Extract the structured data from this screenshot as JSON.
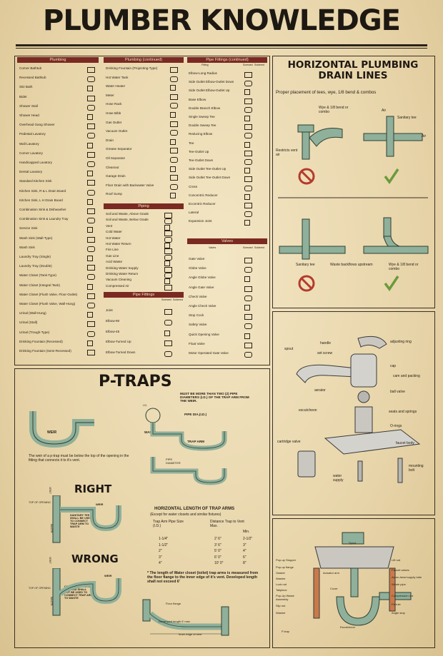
{
  "title": "PLUMBER KNOWLEDGE",
  "symbols": {
    "plumbing_head": "Plumbing",
    "plumbing_items": [
      "Corner Bathtub",
      "Recessed Bathtub",
      "Sitz Bath",
      "Bidet",
      "Shower Stall",
      "Shower Head",
      "Overhead Gang Shower",
      "Pedestal Lavatory",
      "Wall Lavatory",
      "Corner Lavatory",
      "Handicapped Lavatory",
      "Dental Lavatory",
      "Standard Kitchen Sink",
      "Kitchen Sink, R & L Drain Board",
      "Kitchen Sink, L H Drain Board",
      "Combination Sink & Dishwasher",
      "Combination Sink & Laundry Tray",
      "Service Sink",
      "Wash Sink (Wall-Type)",
      "Wash Sink",
      "Laundry Tray (Single)",
      "Laundry Tray (Double)",
      "Water Closet (Tank-Type)",
      "Water Closet (Integral Tank)",
      "Water Closet (Flush Valve, Floor-Outlet)",
      "Water Closet (Flush Valve, Wall-Hung)",
      "Urinal (Wall-Hung)",
      "Urinal (Stall)",
      "Urinal (Trough-Type)",
      "Drinking Fountain (Recessed)",
      "Drinking Fountain (Semi-Recessed)"
    ],
    "plumbing2_head": "Plumbing (continued)",
    "plumbing2_items": [
      "Drinking Fountain (Projecting-Type)",
      "Hot Water Tank",
      "Water Heater",
      "Meter",
      "Hose Rack",
      "Hose Bibb",
      "Gas Outlet",
      "Vacuum Outlet",
      "Drain",
      "Grease Separator",
      "Oil Separator",
      "Cleanout",
      "Garage Drain",
      "Floor Drain with Backwater Valve",
      "Roof Sump"
    ],
    "piping_head": "Piping",
    "piping_items": [
      "Soil and Waste, Above Grade",
      "Soil and Waste, Below Grade",
      "Vent",
      "Cold Water",
      "Hot Water",
      "Hot Water Return",
      "Fire Line",
      "Gas Line",
      "Acid Waste",
      "Drinking Water Supply",
      "Drinking Water Return",
      "Vacuum Cleaning",
      "Compressed Air"
    ],
    "pipefittings_head": "Pipe Fittings",
    "pipefittings_items": [
      "Joint",
      "Elbow-90",
      "Elbow-45",
      "Elbow-Turned Up",
      "Elbow-Turned Down"
    ],
    "pfc_head": "Pipe Fittings (continued)",
    "pfc_cols": [
      "Fitting",
      "Screwed",
      "Soldered"
    ],
    "pfc_items": [
      "Elbow-Long Radius",
      "Side Outlet Elbow-Outlet Down",
      "Side Outlet Elbow-Outlet Up",
      "Base Elbow",
      "Double Branch Elbow",
      "Single Sweep Tee",
      "Double Sweep Tee",
      "Reducing Elbow",
      "Tee",
      "Tee-Outlet Up",
      "Tee-Outlet Down",
      "Side Outlet Tee-Outlet Up",
      "Side Outlet Tee-Outlet Down",
      "Cross",
      "Concentric Reducer",
      "Eccentric Reducer",
      "Lateral",
      "Expansion Joint"
    ],
    "valves_head": "Valves",
    "valves_cols": [
      "Valves",
      "Screwed",
      "Soldered"
    ],
    "valves_items": [
      "Gate Valve",
      "Globe Valve",
      "Angle Globe Valve",
      "Angle Gate Valve",
      "Check Valve",
      "Angle Check Valve",
      "Stop Cock",
      "Safety Valve",
      "Quick Opening Valve",
      "Float Valve",
      "Motor Operated Gate Valve"
    ],
    "sub_cols": [
      "Screwed",
      "Soldered"
    ]
  },
  "drain": {
    "title": "HORIZONTAL PLUMBING DRAIN LINES",
    "subtitle": "Proper placement of tees, wye, 1/8 bend & combos",
    "labels": [
      "Wye & 1/8 bend or combo",
      "Air",
      "Sanitary tee",
      "Air",
      "Restricts vent air",
      "Sanitary tee",
      "Waste backflows upstream",
      "Wye & 1/8 bend or combo"
    ]
  },
  "faucet": {
    "labels": [
      "handle",
      "adjusting ring",
      "set screw",
      "spout",
      "cap",
      "cam and packing",
      "aerator",
      "ball valve",
      "escutcheon",
      "seats and springs",
      "O-rings",
      "cartridge valve",
      "faucet body",
      "water supply",
      "mounting bolt"
    ]
  },
  "ptraps": {
    "title": "P-TRAPS",
    "weir": "WEIR",
    "waste": "WASTE",
    "note1": "The weir of a p-trap must be below the top of the opening in the fitting that connects it to it's vent.",
    "must": "MUST BE MORE THAN TWO (2) PIPE DIAMETERS (I.D.) OF THE TRAP ARM FROM THE WEIR.",
    "id_label": "I.D.",
    "pipe_dia": "PIPE DIA.(I.D.)",
    "trap_arm": "TRAP ARM",
    "pipe_diameter": "PIPE DIAMETER",
    "right": "RIGHT",
    "wrong": "WRONG",
    "top_of_opening": "TOP OF OPENING",
    "vent": "VENT",
    "right_note": "SANITARY TEE SHALL BE USED TO CONNECT TRAP ARM TO WASTE",
    "wrong_note": "COMBINATION WYE OR BEND SHALL NOT BE USED TO CONNECT TRAP ARM TO WASTE",
    "table_title": "HORIZONTAL LENGTH OF TRAP ARMS",
    "table_sub": "(Except for water closets and similar fixtures)",
    "table_cols": [
      "Trap Arm Pipe Size (I.D.)",
      "Distance Trap to Vent Max.",
      "Min."
    ],
    "table_rows": [
      [
        "1-1/4\"",
        "2' 6\"",
        "2-1/2\""
      ],
      [
        "1-1/2\"",
        "3' 6\"",
        "3\""
      ],
      [
        "2\"",
        "5' 0\"",
        "4\""
      ],
      [
        "3\"",
        "6' 0\"",
        "6\""
      ],
      [
        "4\"",
        "10' 0\"",
        "8\""
      ]
    ],
    "wc_note": "* The length of Water closet (toilet) trap arms is measured from the floor flange to the inner edge of it's vent. Developed length shall not exceed 6'",
    "floor_flange": "Floor flange",
    "dev_length": "Developed length 6' max",
    "inner_edge": "Inner edge of vent"
  },
  "sink": {
    "labels": [
      "Spout",
      "Lift rod",
      "Pop-up Stopper",
      "Faucet valves",
      "Pop-up flange",
      "Acorn-head supply tube",
      "Gasket",
      "Actuator arm",
      "Washer",
      "Waste pipe",
      "Lock nut",
      "Cover",
      "Compression nut",
      "Tailpiece",
      "Pop-Up Waste Assembly",
      "Escutcheon",
      "Ferrule",
      "Slip nut",
      "Angle stop",
      "Washer",
      "P-trap"
    ]
  }
}
